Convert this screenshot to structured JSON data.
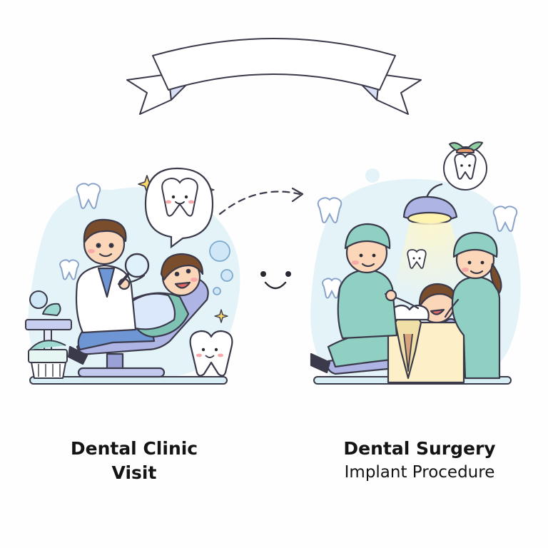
{
  "banner": {
    "text": ""
  },
  "scenes": [
    {
      "id": "clinic",
      "title_lines": [
        "Dental Clinic",
        "Visit"
      ],
      "subtitle": ""
    },
    {
      "id": "surgery",
      "title_lines": [
        "Dental Surgery"
      ],
      "subtitle": "Implant Procedure"
    }
  ],
  "colors": {
    "blob": "#e4f3f8",
    "outline": "#3a3a4a",
    "skin": "#fbd6b8",
    "hair": "#7a4e2c",
    "coat": "#ffffff",
    "scrubs": "#8fd0c3",
    "chair": "#aeb4e4",
    "jeans": "#6e95d4",
    "tooth": "#ffffff",
    "cheek": "#f6a9a9",
    "banner_shade": "#d9dff4"
  },
  "icons": [
    "tooth-icon",
    "sparkle-icon",
    "magnifier-icon",
    "bubble-icon",
    "dental-lamp-icon",
    "sprout-tooth-icon",
    "toothpaste-icon",
    "arrow-icon",
    "smile-face-icon"
  ]
}
